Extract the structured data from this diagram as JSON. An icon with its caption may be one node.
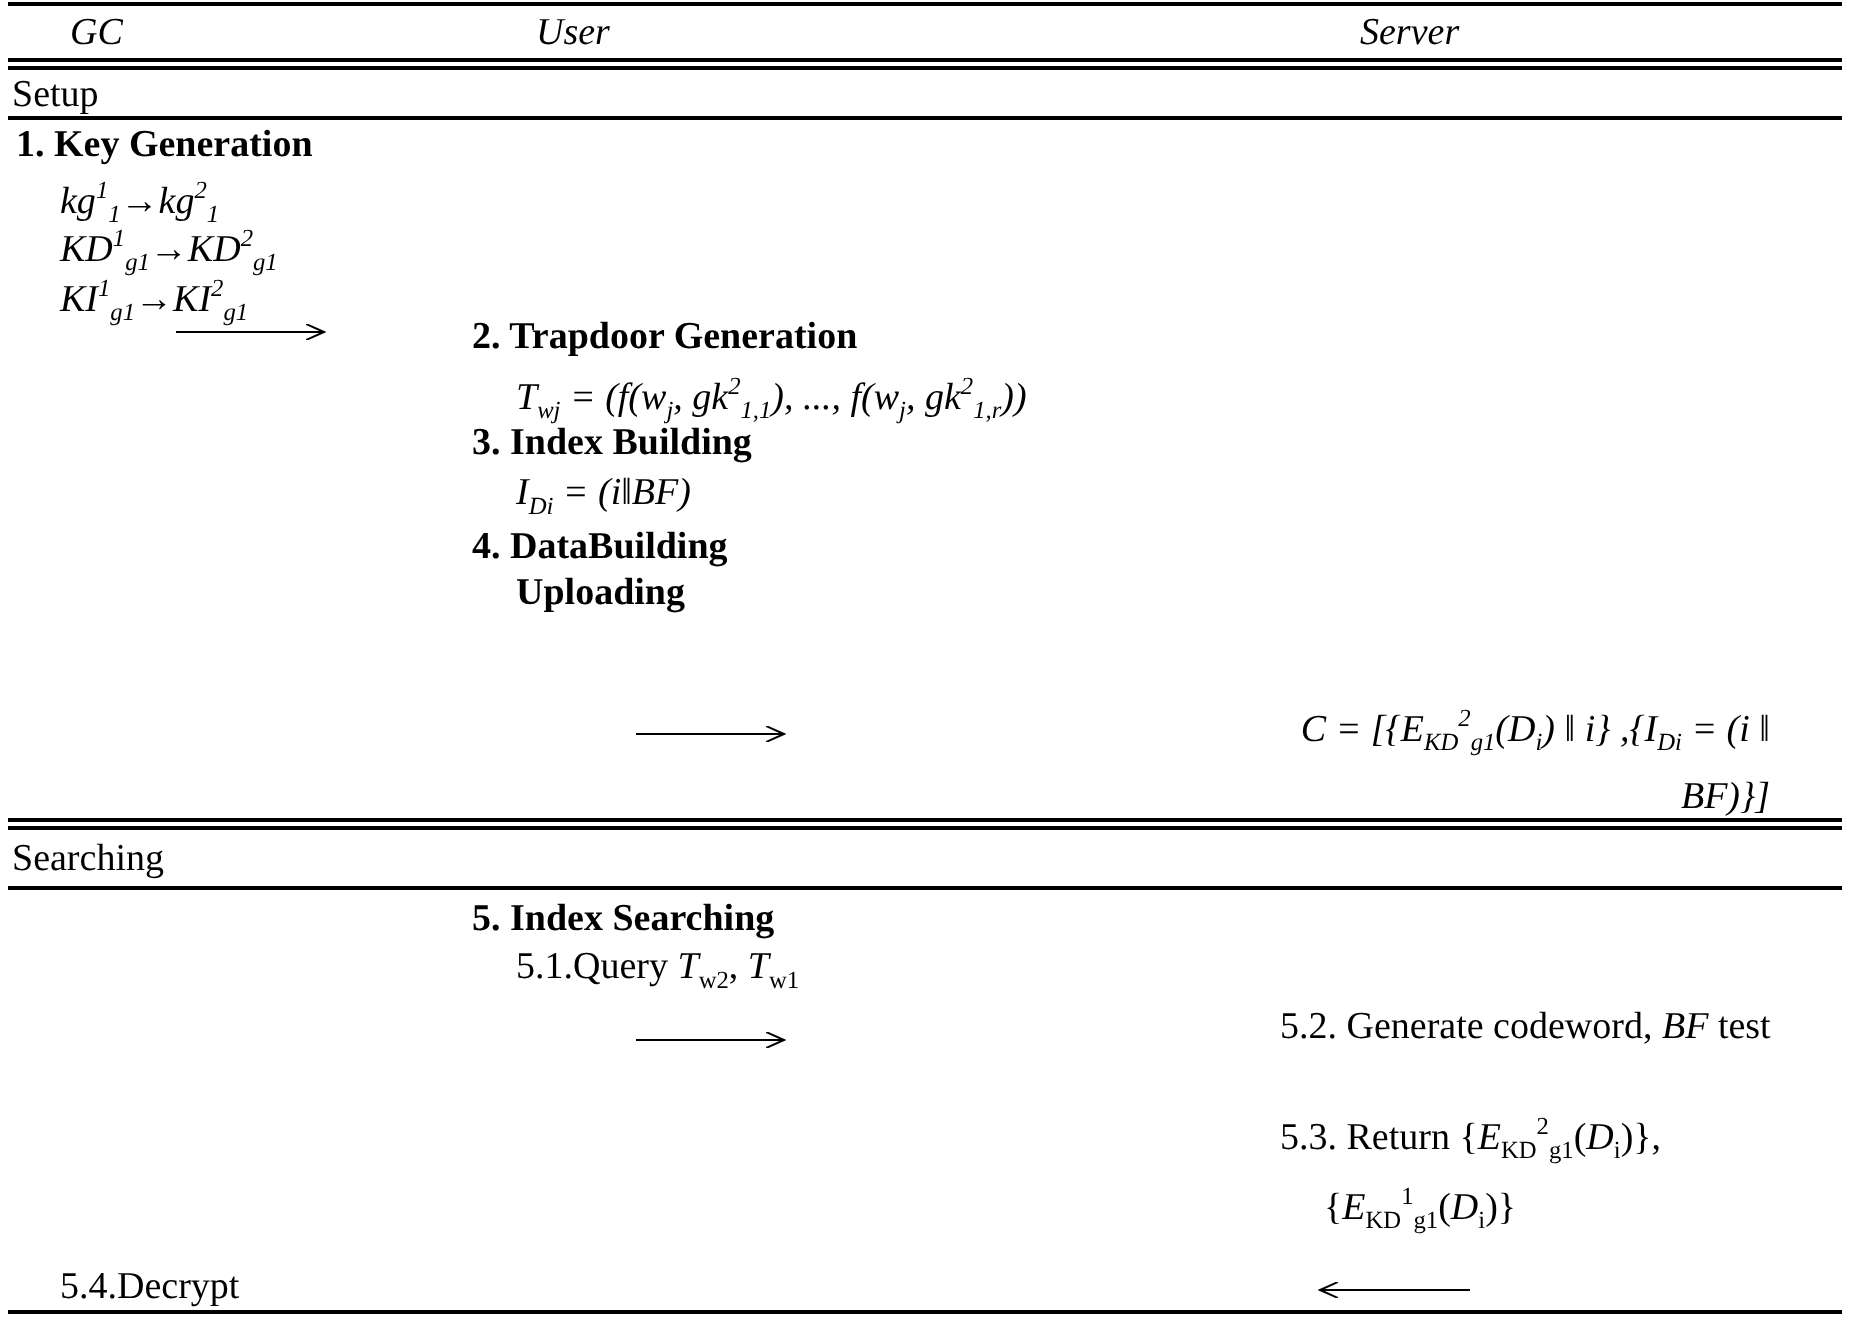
{
  "diagram": {
    "labels": [
      "GC",
      "User",
      "Server",
      "Setup",
      "1. Key Generation",
      "kg$^{1}$$_{1}$→kg$^{2}$$_{1}$",
      "KD$^{1}$$_{g1}$→KD$^{2}$$_{g1}$",
      "KI$^{1}$$_{g1}$→KI$^{2}$$_{g1}$",
      "2. Trapdoor Generation",
      "T$_{wj}$ = (f(w$_{j}$, gk$^{2}$$_{1,1}$), ..., f(w$_{j}$, gk$^{2}$$_{1,r}$))",
      "3. Index Building",
      "I$_{Di}$ = (i‖BF)",
      "4. DataBuilding Uploading",
      "C = [{E$_{KD}$$^{2}$$_{g1}$(D$_{i}$) ‖ i} ,{I$_{Di}$ = (i ‖ BF)}]",
      "Searching",
      "5. Index Searching",
      "5.1.Query *T*$_{w2}$, *T*$_{w1}$",
      "5.2. Generate codeword, *BF* test",
      "5.3. Return {*E*$_{KD}$$^{2}$$_{g1}$(*D*$_{i}$)}, {*E*$_{KD}$$^{1}$$_{g1}$(*D*$_{i}$)}",
      "5.4.Decrypt"
    ]
  }
}
